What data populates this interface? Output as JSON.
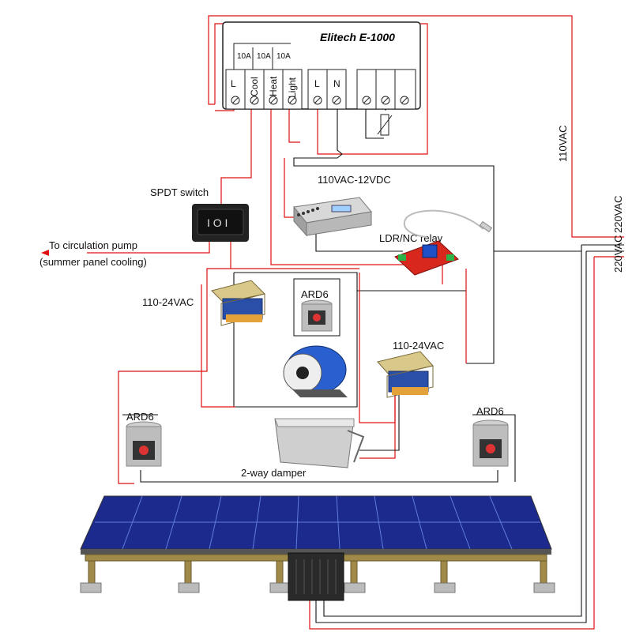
{
  "controller": {
    "title": "Elitech E-1000",
    "relay_ratings": [
      "10A",
      "10A",
      "10A"
    ],
    "terminals": [
      "L",
      "Cool",
      "Heat",
      "Light",
      "L",
      "N"
    ]
  },
  "labels": {
    "psu": "110VAC-12VDC",
    "spdt": "SPDT switch",
    "pump_line1": "To circulation pump",
    "pump_line2": "(summer panel cooling)",
    "ldr": "LDR/NC relay",
    "transformer_left": "110-24VAC",
    "transformer_right": "110-24VAC",
    "ard6_top": "ARD6",
    "ard6_left": "ARD6",
    "ard6_right": "ARD6",
    "damper": "2-way damper",
    "v110": "110VAC",
    "v220a": "220VAC",
    "v220b": "220VAC"
  },
  "colors": {
    "wire_hot": "#e01010",
    "wire_neutral": "#111111",
    "panel": "#1b2a8c",
    "wood": "#a08a4a"
  }
}
